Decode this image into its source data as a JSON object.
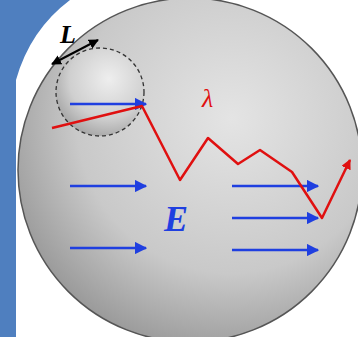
{
  "diagram": {
    "labels": [
      "L",
      "λ",
      "E"
    ]
  }
}
